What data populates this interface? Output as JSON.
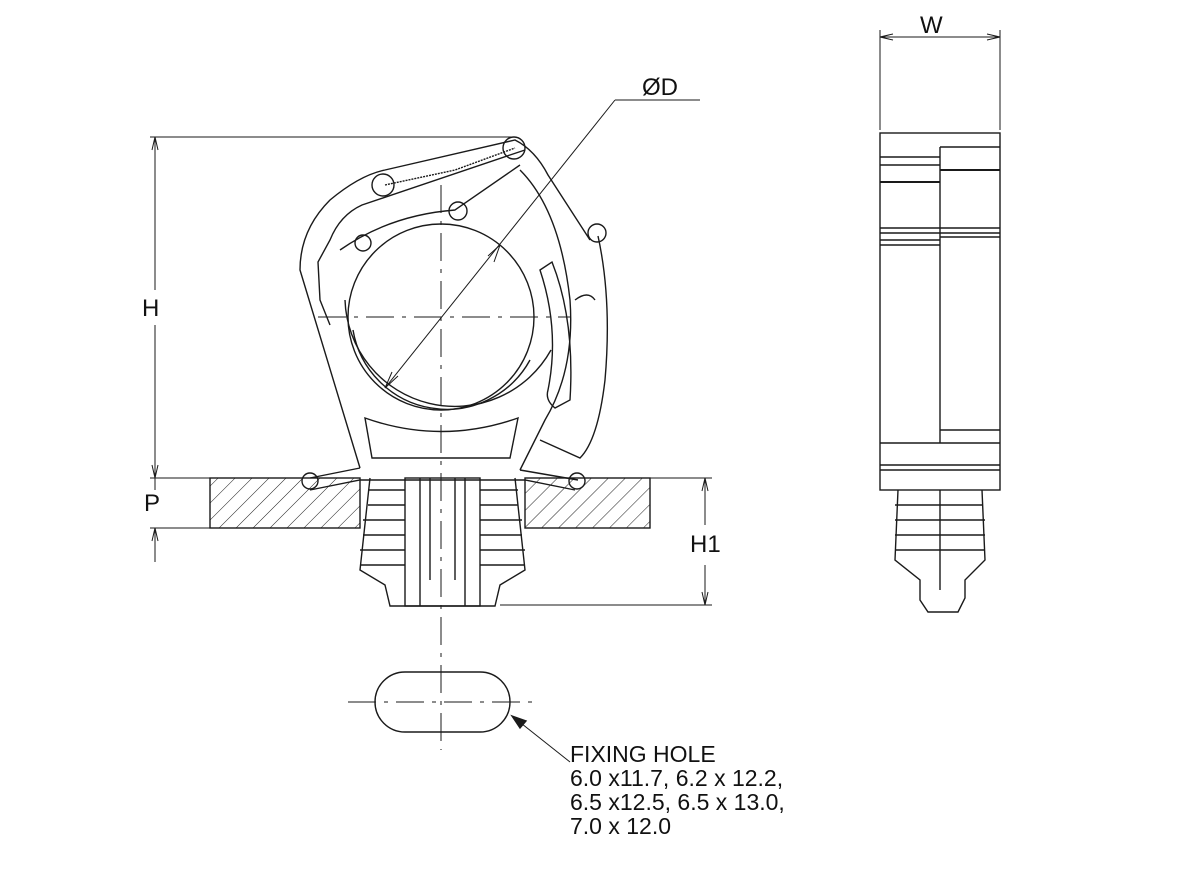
{
  "dimensions": {
    "width_label": "W",
    "diameter_symbol": "Ø",
    "diameter_label": "D",
    "height_label": "H",
    "panel_label": "P",
    "height1_label": "H1"
  },
  "fixing_hole": {
    "title": "FIXING HOLE",
    "lines": [
      "6.0 x11.7, 6.2 x 12.2,",
      "6.5 x12.5, 6.5 x 13.0,",
      "7.0 x 12.0"
    ]
  },
  "colors": {
    "line": "#1a1a1a",
    "background": "#ffffff"
  }
}
